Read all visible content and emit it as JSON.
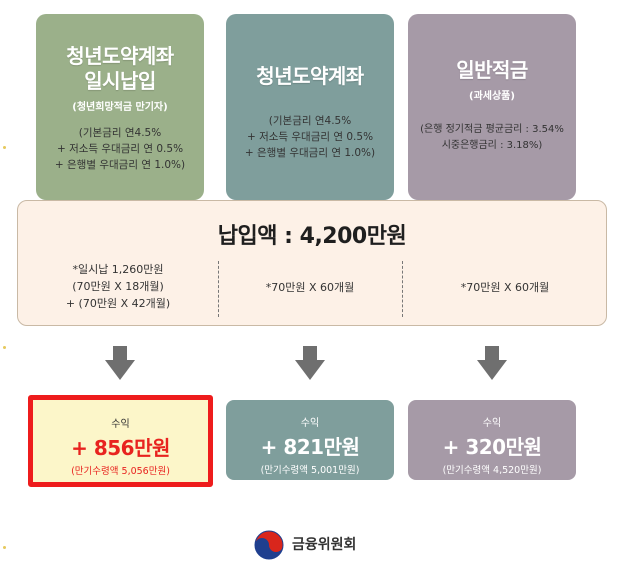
{
  "products": [
    {
      "title_line1": "청년도약계좌",
      "title_line2": "일시납입",
      "subtitle": "(청년희망적금 만기자)",
      "rates": [
        "(기본금리 연4.5%",
        "+ 저소득 우대금리 연 0.5%",
        "+ 은행별 우대금리 연 1.0%)"
      ]
    },
    {
      "title_line1": "청년도약계좌",
      "rates": [
        "(기본금리 연4.5%",
        "+ 저소득 우대금리 연 0.5%",
        "+ 은행별 우대금리 연 1.0%)"
      ]
    },
    {
      "title_line1": "일반적금",
      "subtitle": "(과세상품)",
      "rates": [
        "(은행 정기적금 평균금리 : 3.54%",
        "시중은행금리 : 3.18%)"
      ]
    }
  ],
  "payment": {
    "title": "납입액 : 4,200만원",
    "col1": [
      "*일시납 1,260만원",
      "(70만원 X 18개월)",
      "+ (70만원 X 42개월)"
    ],
    "col2": "*70만원 X 60개월",
    "col3": "*70만원 X 60개월"
  },
  "results": [
    {
      "label": "수익",
      "value": "+ 856만원",
      "note": "(만기수령액 5,056만원)"
    },
    {
      "label": "수익",
      "value": "+ 821만원",
      "note": "(만기수령액 5,001만원)"
    },
    {
      "label": "수익",
      "value": "+ 320만원",
      "note": "(만기수령액 4,520만원)"
    }
  ],
  "footer": {
    "org": "금융위원회"
  },
  "colors": {
    "product1": "#9bb08a",
    "product2": "#7f9e9c",
    "product3": "#a69aa7",
    "highlight_border": "#ee1c1c",
    "highlight_text": "#e8231f"
  }
}
